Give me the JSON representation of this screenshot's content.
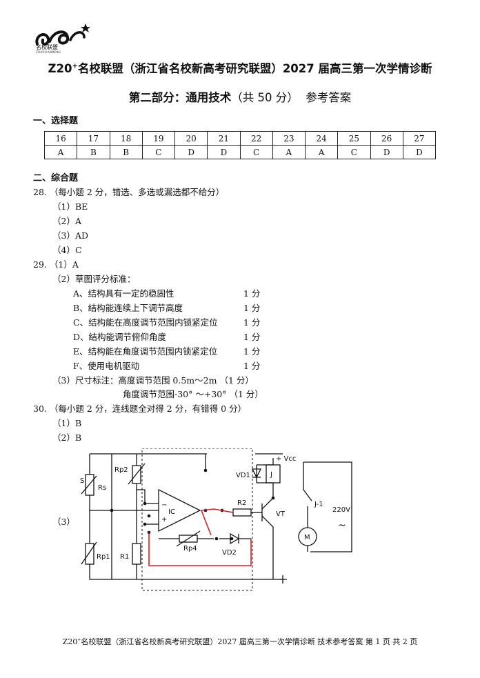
{
  "logo": {
    "name": "名校联盟",
    "sub": "ZHAOLIANMENG"
  },
  "header": {
    "title_prefix": "Z20",
    "title_sup": "+",
    "title_rest": "名校联盟（浙江省名校新高考研究联盟）2027 届高三第一次学情诊断",
    "subtitle_main": "第二部分：通用技术",
    "subtitle_paren": "（共 50 分）",
    "subtitle_end": "参考答案"
  },
  "section1": {
    "heading": "一、选择题"
  },
  "answer_table": {
    "numbers": [
      "16",
      "17",
      "18",
      "19",
      "20",
      "21",
      "22",
      "23",
      "24",
      "25",
      "26",
      "27"
    ],
    "answers": [
      "A",
      "B",
      "B",
      "C",
      "D",
      "D",
      "C",
      "A",
      "A",
      "C",
      "D",
      "D"
    ]
  },
  "section2": {
    "heading": "二、综合题"
  },
  "q28": {
    "num": "28.",
    "note": "（每小题 2 分，错选、多选或漏选都不给分）",
    "items": [
      "（1）BE",
      "（2）A",
      "（3）AD",
      "（4）C"
    ]
  },
  "q29": {
    "num": "29.",
    "item1": "（1）A",
    "item2": "（2）草图评分标准：",
    "criteria": [
      {
        "text": "A、结构具有一定的稳固性",
        "score": "1 分"
      },
      {
        "text": "B、结构能连续上下调节高度",
        "score": "1 分"
      },
      {
        "text": "C、结构能在高度调节范围内锁紧定位",
        "score": "1 分"
      },
      {
        "text": "D、结构能调节俯仰角度",
        "score": "1 分"
      },
      {
        "text": "E、结构能在角度调节范围内锁紧定位",
        "score": "1 分"
      },
      {
        "text": "F、使用电机驱动",
        "score": "1 分"
      }
    ],
    "item3": "（3）尺寸标注：高度调节范围 0.5m～2m （1 分）",
    "item3b": "角度调节范围-30° ～+30°     （1 分）"
  },
  "q30": {
    "num": "30.",
    "note": "（每小题 2 分，连线题全对得 2 分，有错得 0 分）",
    "item1": "（1）B",
    "item2": "（2）B",
    "item3": "（3）"
  },
  "circuit": {
    "labels": {
      "s": "S",
      "rs": "Rs",
      "rp2": "Rp2",
      "rp1": "Rp1",
      "r1": "R1",
      "ic": "IC",
      "rp4": "Rp4",
      "vd2": "VD2",
      "r2": "R2",
      "vt": "VT",
      "vd1": "VD1",
      "j": "J",
      "vcc": "+ Vcc",
      "j1": "J-1",
      "v220": "220V",
      "m": "M",
      "minus": "−",
      "plus": "+",
      "ac": "~"
    },
    "colors": {
      "wire": "#111111",
      "answer_wire": "#d42020"
    }
  },
  "footer": {
    "prefix": "Z20",
    "sup": "+",
    "text": "名校联盟（浙江省名校新高考研究联盟）2027 届高三第一次学情诊断 技术参考答案  第 1 页 共 2 页"
  }
}
